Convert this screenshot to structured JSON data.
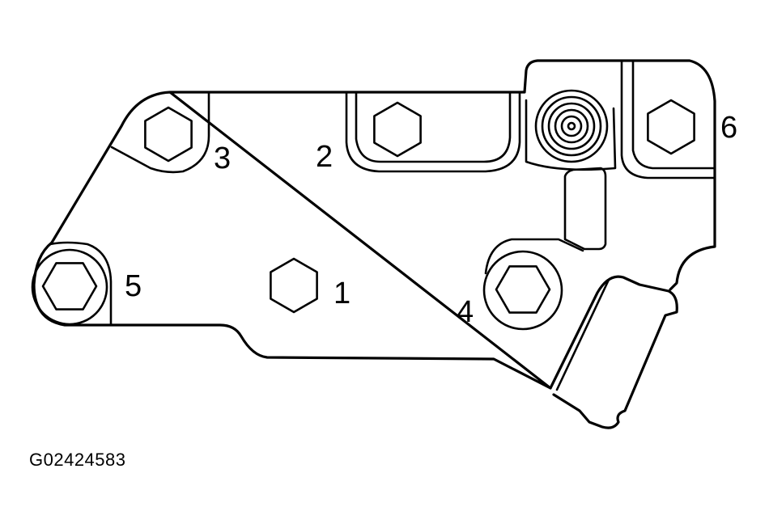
{
  "bolts": [
    {
      "id": "bolt-1",
      "label": "1"
    },
    {
      "id": "bolt-2",
      "label": "2"
    },
    {
      "id": "bolt-3",
      "label": "3"
    },
    {
      "id": "bolt-4",
      "label": "4"
    },
    {
      "id": "bolt-5",
      "label": "5"
    },
    {
      "id": "bolt-6",
      "label": "6"
    }
  ],
  "figure_id": "G02424583"
}
